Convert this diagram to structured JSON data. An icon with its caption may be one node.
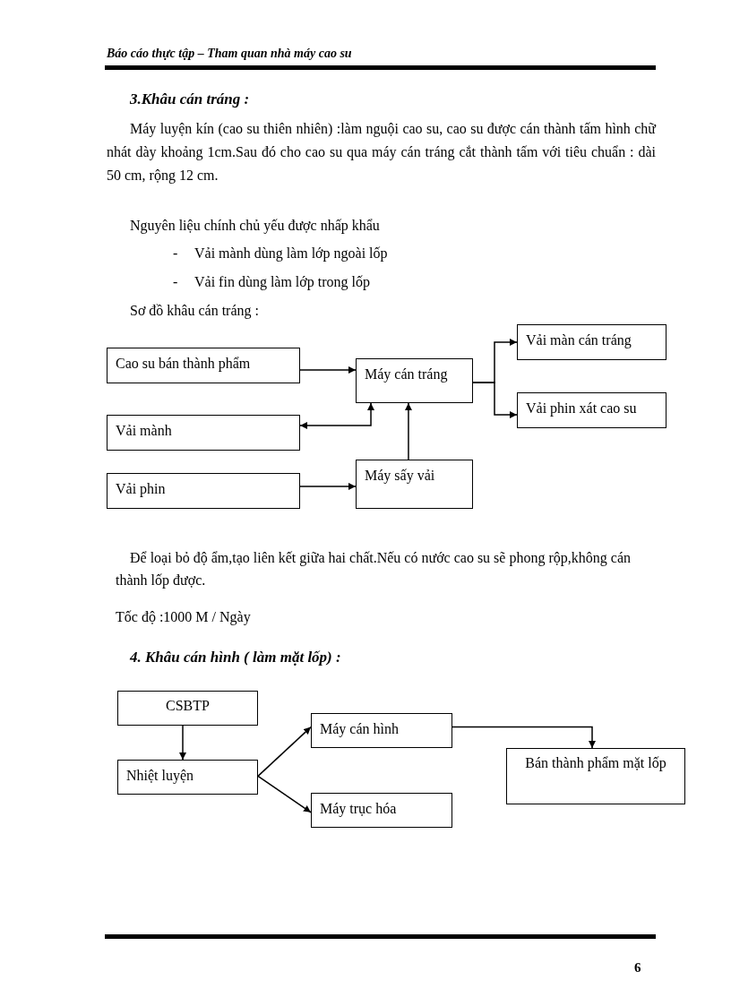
{
  "diagram": {
    "nodes": [
      {
        "text": [
          "Cao su bán thành phẩm"
        ]
      },
      {
        "text": [
          "Máy cán tráng"
        ]
      },
      {
        "text": [
          "Vải màn cán tráng"
        ]
      },
      {
        "text": [
          "Vải mành"
        ]
      },
      {
        "text": [
          "Vải phin xát cao su"
        ]
      },
      {
        "text": [
          "Vải phin"
        ]
      },
      {
        "text": [
          "Máy sấy vải"
        ]
      },
      {
        "text": [
          "CSBTP"
        ]
      },
      {
        "text": [
          "Máy cán hình"
        ]
      },
      {
        "text": [
          "Nhiệt luyện"
        ]
      },
      {
        "text": [
          "Bán thành phẩm mặt lốp"
        ]
      },
      {
        "text": [
          "Máy trục hóa"
        ]
      }
    ],
    "edges": [
      {
        "from": 0,
        "to": 1,
        "arrow": "to"
      },
      {
        "from": 3,
        "to": 1,
        "arrow": "both"
      },
      {
        "from": 5,
        "to": 6,
        "arrow": "to"
      },
      {
        "from": 6,
        "to": 1,
        "arrow": "to"
      },
      {
        "from": 1,
        "to": 2,
        "arrow": "to"
      },
      {
        "from": 1,
        "to": 4,
        "arrow": "to"
      },
      {
        "from": 7,
        "to": 9,
        "arrow": "to"
      },
      {
        "from": 9,
        "to": 8,
        "arrow": "to"
      },
      {
        "from": 9,
        "to": 11,
        "arrow": "to"
      },
      {
        "from": 8,
        "to": 10,
        "arrow": "to"
      }
    ],
    "labels": [
      "Báo cáo thực tập – Tham quan nhà máy cao su",
      "3.Khâu cán tráng :",
      "Máy luyện kín (cao su thiên nhiên) :làm nguội cao su, cao su được cán thành tấm hình chữ nhát dày khoảng 1cm.Sau đó cho cao su qua máy cán tráng cắt thành tấm với tiêu chuẩn : dài 50 cm, rộng 12 cm.",
      "Nguyên liệu chính chủ yếu được nhấp khẩu",
      "-",
      "Vải mành dùng làm lớp ngoài lốp",
      "-",
      "Vải fin dùng làm lớp trong lốp",
      "Sơ đồ khâu cán tráng :",
      "Để loại bỏ độ ẩm,tạo liên kết giữa hai chất.Nếu có nước cao su sẽ phong rộp,không cán thành lốp được.",
      "Tốc độ :1000 M / Ngày",
      "4. Khâu cán hình ( làm mặt lốp) :",
      "6"
    ]
  }
}
